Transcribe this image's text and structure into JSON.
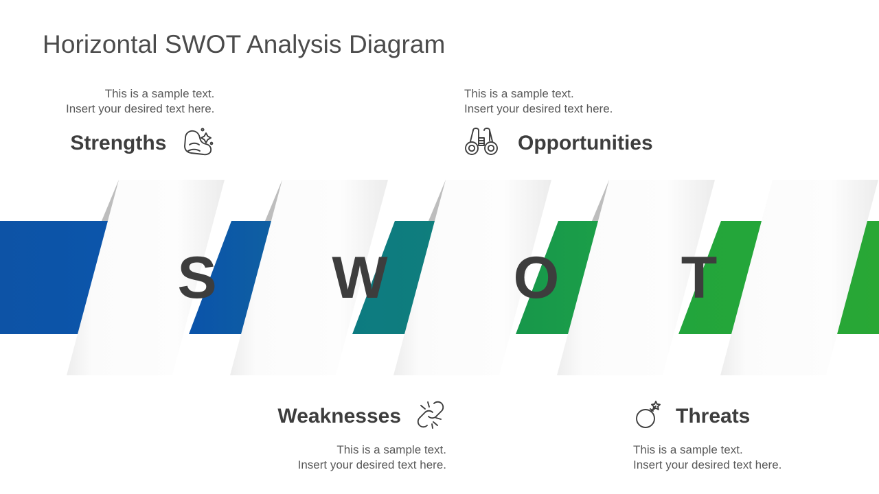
{
  "page": {
    "title": "Horizontal SWOT Analysis Diagram",
    "background": "#ffffff"
  },
  "diagram": {
    "acronym_letters": [
      "S",
      "W",
      "O",
      "T"
    ],
    "letter_color": "#3d3d3d",
    "ribbon_color_light": "#fcfcfc",
    "ribbon_color_shade": "#e6e6e6",
    "fold_shadow_color": "#bdbdbd",
    "band_segments": [
      {
        "name": "strengths-band",
        "color": "#0e55a8",
        "color_end": "#0a57ad"
      },
      {
        "name": "weaknesses-band",
        "color": "#0b56ab",
        "color_end": "#0f6a9c"
      },
      {
        "name": "opportunities-band",
        "color": "#0d7b80",
        "color_end": "#10797e"
      },
      {
        "name": "threats-band",
        "color": "#159b4b",
        "color_end": "#1ba14b"
      },
      {
        "name": "outro-band",
        "color": "#28a636",
        "color_end": "#28a636"
      }
    ]
  },
  "callouts": {
    "strengths": {
      "label": "Strengths",
      "icon": "flexed-biceps-icon",
      "line1": "This is a sample text.",
      "line2": "Insert your desired text here."
    },
    "weaknesses": {
      "label": "Weaknesses",
      "icon": "broken-chain-icon",
      "line1": "This is a sample text.",
      "line2": "Insert your desired text here."
    },
    "opportunities": {
      "label": "Opportunities",
      "icon": "binoculars-icon",
      "line1": "This is a sample text.",
      "line2": "Insert your desired text here."
    },
    "threats": {
      "label": "Threats",
      "icon": "bomb-icon",
      "line1": "This is a sample text.",
      "line2": "Insert your desired text here."
    }
  }
}
